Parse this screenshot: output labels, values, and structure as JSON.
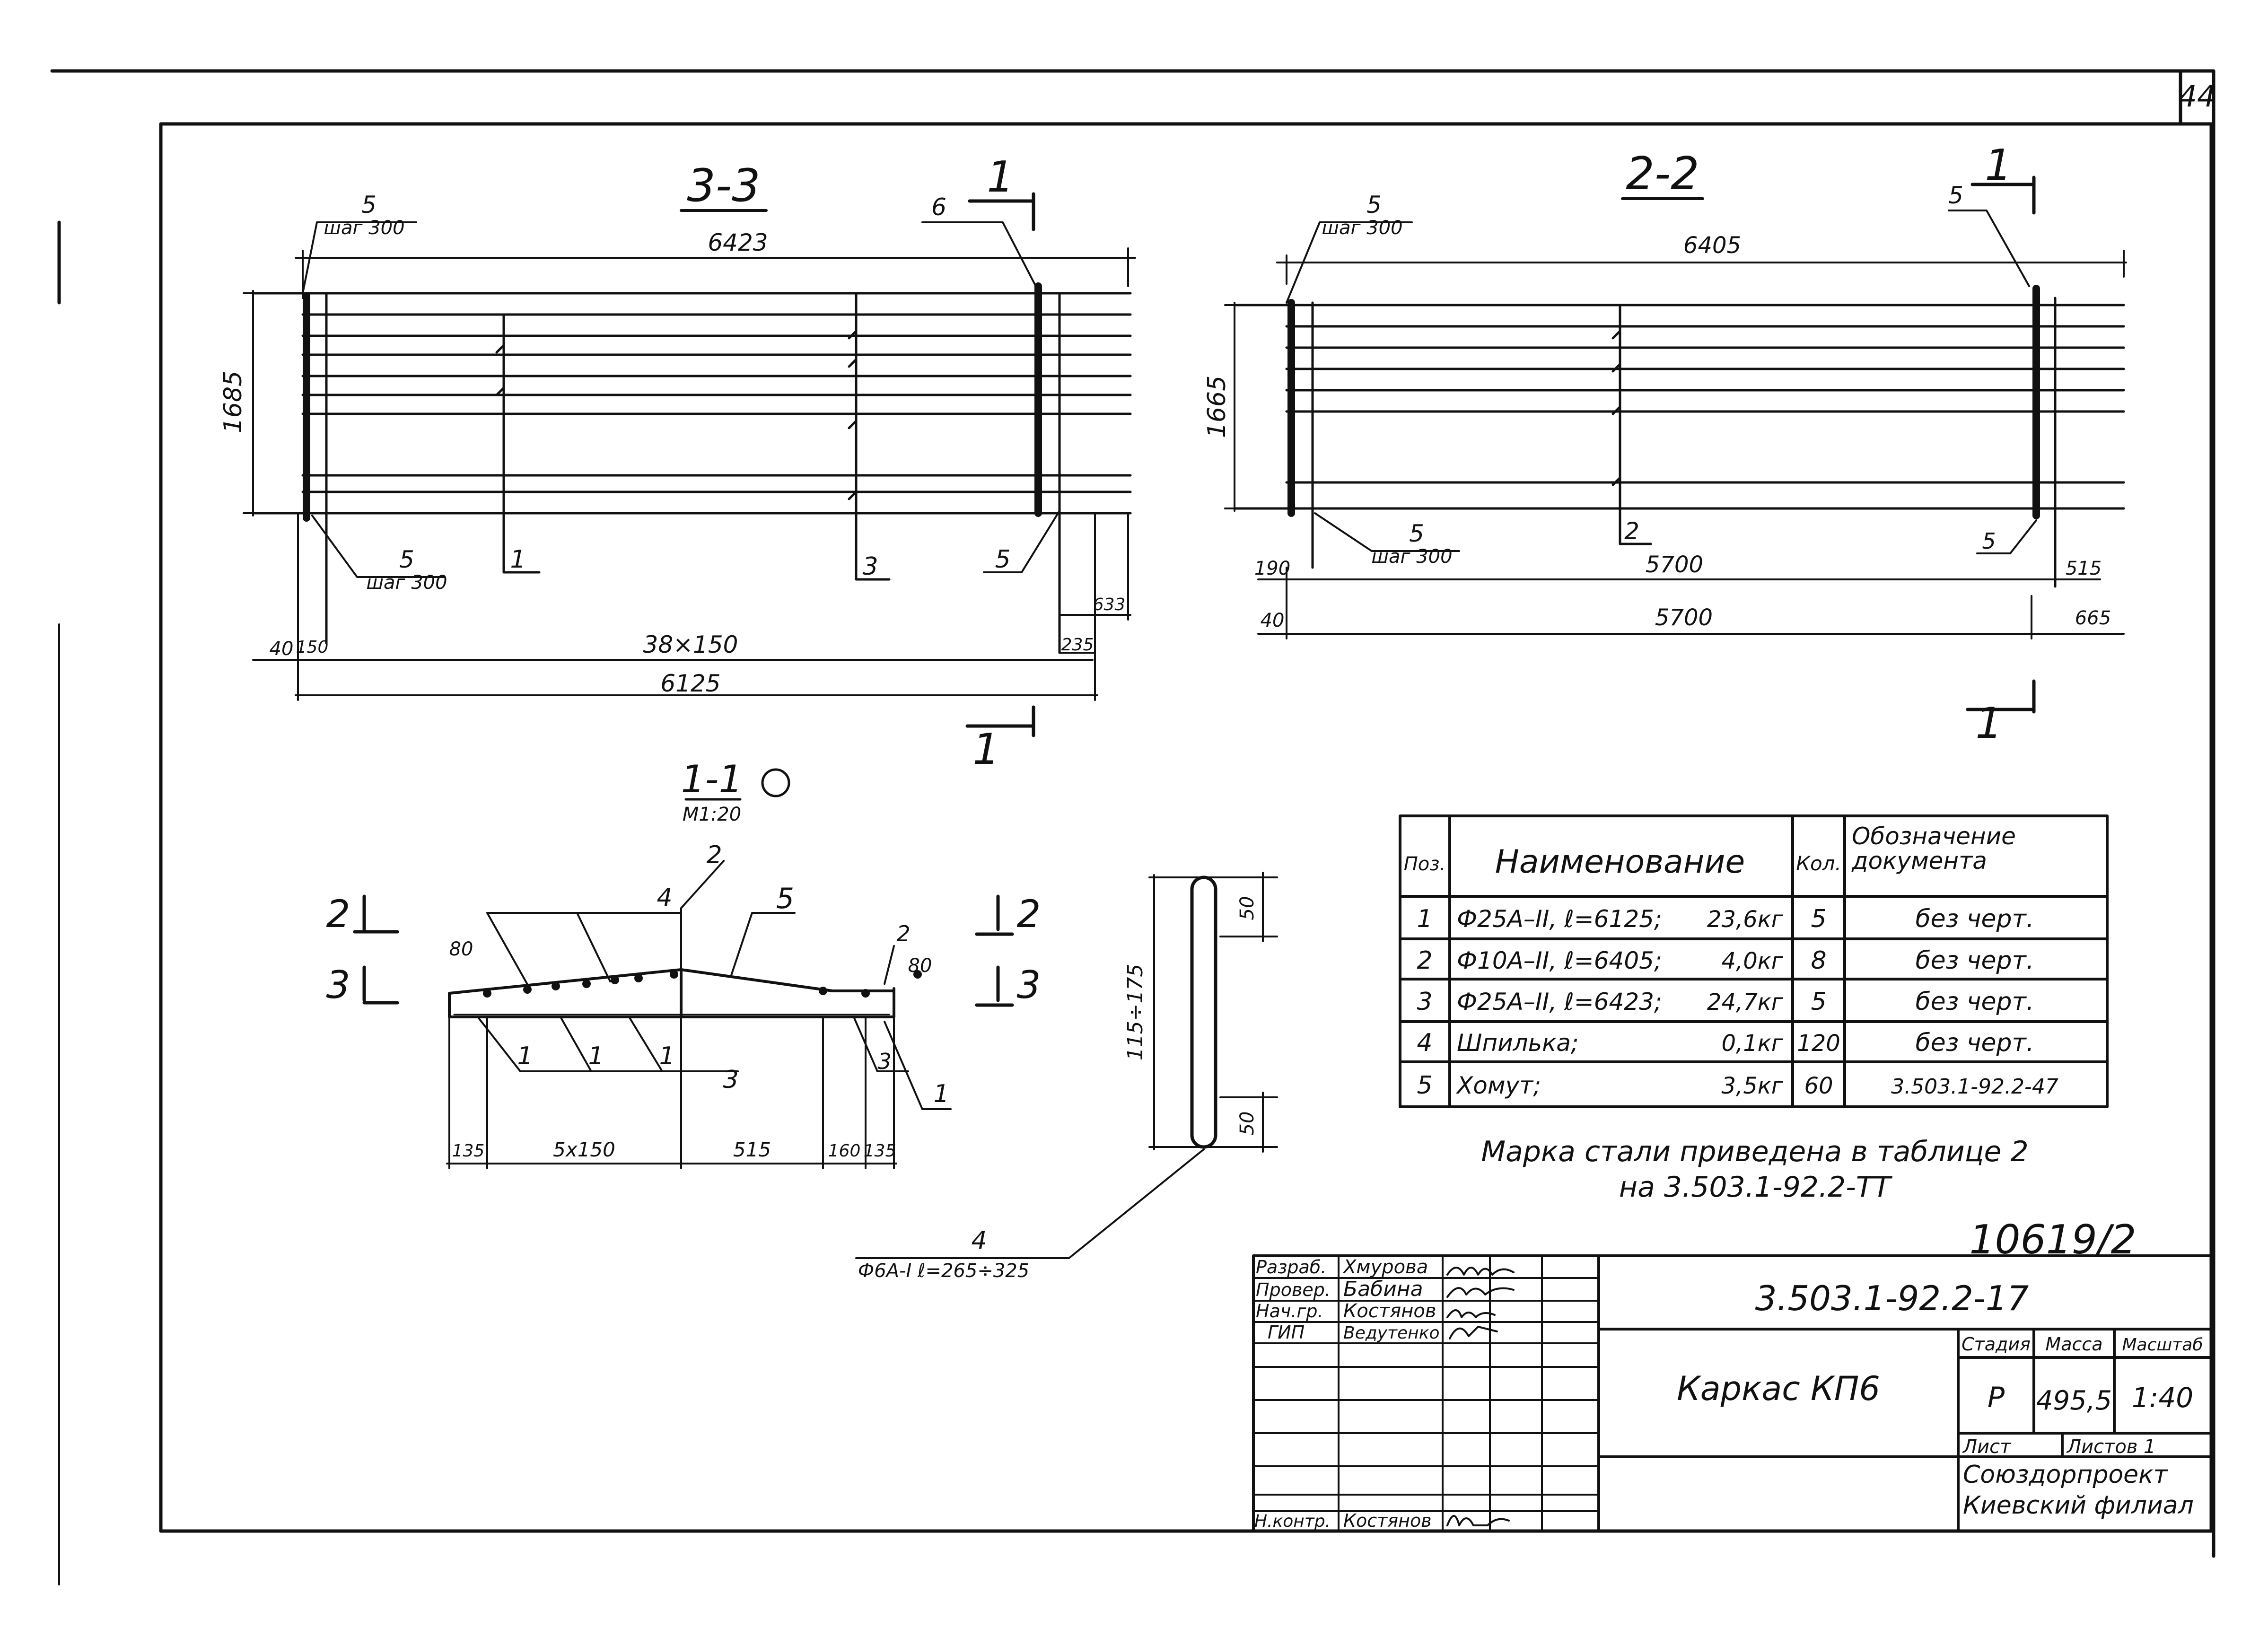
{
  "sheet": {
    "number": "44",
    "archive_number": "10619/2"
  },
  "views": {
    "view33": {
      "title": "3-3",
      "cut_mark": "1",
      "dims": {
        "top_length": "6423",
        "height": "1685",
        "spacing": "38×150",
        "total_length": "6125",
        "left_offset": "40",
        "left_step": "150",
        "right_step": "235",
        "right_offset": "633"
      },
      "callouts": {
        "stirrup_top_pos": "5",
        "stirrup_top_step": "шаг 300",
        "pos6": "6",
        "stirrup_bottom_pos": "5",
        "stirrup_bottom_step": "шаг 300",
        "pos1": "1",
        "pos3": "3",
        "pos5": "5"
      }
    },
    "view22": {
      "title": "2-2",
      "cut_mark": "1",
      "dims": {
        "top_length": "6405",
        "height": "1665",
        "inner_length": "5700",
        "bottom_length": "5700",
        "left_offset_a": "190",
        "left_offset_b": "40",
        "right_a": "515",
        "right_b": "665"
      },
      "callouts": {
        "stirrup_top_pos": "5",
        "stirrup_top_step": "шаг 300",
        "pos5_right": "5",
        "stirrup_bottom_pos": "5",
        "stirrup_bottom_step": "шаг 300",
        "pos2": "2",
        "pos5_bottom": "5"
      }
    },
    "view11": {
      "title": "1-1",
      "scale": "М1:20",
      "cut_labels": {
        "left_top": "2",
        "left_bottom": "3",
        "right_top": "2",
        "right_bottom": "3"
      },
      "callouts": {
        "p2_top": "2",
        "p4": "4",
        "p5": "5",
        "p2_right": "2",
        "p80_left": "80",
        "p80_right": "80",
        "p1a": "1",
        "p1b": "1",
        "p1c": "1",
        "p3": "3",
        "p3_right": "3",
        "p1_right": "1"
      },
      "dims": [
        "135",
        "5x150",
        "515",
        "160",
        "135"
      ]
    },
    "pin": {
      "dims": {
        "top": "50",
        "bottom": "50",
        "length": "115÷175"
      },
      "pos": "4",
      "spec": "Ф6А-I ℓ=265÷325"
    }
  },
  "spec_table": {
    "headers": {
      "pos": "Поз.",
      "name": "Наименование",
      "qty": "Кол.",
      "doc": "Обозначение документа"
    },
    "rows": [
      {
        "pos": "1",
        "name": "Ф25А–II, ℓ=6125;",
        "mass": "23,6кг",
        "qty": "5",
        "doc": "без черт."
      },
      {
        "pos": "2",
        "name": "Ф10А–II, ℓ=6405;",
        "mass": "4,0кг",
        "qty": "8",
        "doc": "без черт."
      },
      {
        "pos": "3",
        "name": "Ф25А–II, ℓ=6423;",
        "mass": "24,7кг",
        "qty": "5",
        "doc": "без черт."
      },
      {
        "pos": "4",
        "name": "Шпилька;",
        "mass": "0,1кг",
        "qty": "120",
        "doc": "без черт."
      },
      {
        "pos": "5",
        "name": "Хомут;",
        "mass": "3,5кг",
        "qty": "60",
        "doc": "3.503.1-92.2-47"
      }
    ]
  },
  "note": {
    "line1": "Марка стали приведена в таблице 2",
    "line2": "на 3.503.1-92.2-ТТ"
  },
  "title_block": {
    "roles": [
      {
        "role": "Разраб.",
        "name": "Хмурова"
      },
      {
        "role": "Провер.",
        "name": "Бабина"
      },
      {
        "role": "Нач.гр.",
        "name": "Костянов"
      },
      {
        "role": "ГИП",
        "name": "Ведутенко"
      },
      {
        "role": "Н.контр.",
        "name": "Костянов"
      }
    ],
    "doc_code": "3.503.1-92.2-17",
    "title": "Каркас КП6",
    "stage_label": "Стадия",
    "mass_label": "Масса",
    "scale_label": "Масштаб",
    "stage": "Р",
    "mass": "495,5",
    "scale": "1:40",
    "sheet_label": "Лист",
    "sheets_label": "Листов 1",
    "org_line1": "Союздорпроект",
    "org_line2": "Киевский филиал"
  }
}
